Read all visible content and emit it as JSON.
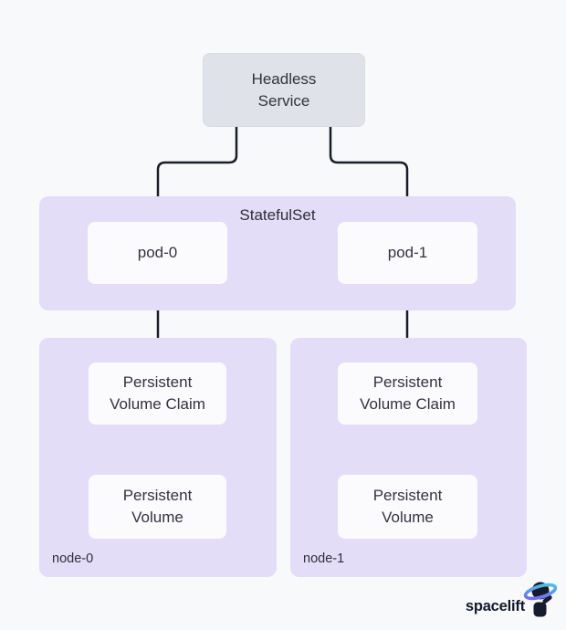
{
  "colors": {
    "background": "#f8f9fb",
    "container_purple": "#e3ddf8",
    "service_gray": "#e0e2e9",
    "card_white": "#fbfbfe",
    "arrow": "#1a1c28",
    "text": "#33333d",
    "logo_text_color": "#14182b",
    "logo_body": "#171b2e",
    "logo_ring_start": "#7b5cf5",
    "logo_ring_end": "#45d0e0"
  },
  "diagram": {
    "headless_service": {
      "line1": "Headless",
      "line2": "Service"
    },
    "statefulset": {
      "label": "StatefulSet",
      "pods": [
        {
          "label": "pod-0"
        },
        {
          "label": "pod-1"
        }
      ]
    },
    "nodes": [
      {
        "label": "node-0",
        "pvc": {
          "line1": "Persistent",
          "line2": "Volume Claim"
        },
        "pv": {
          "line1": "Persistent",
          "line2": "Volume"
        }
      },
      {
        "label": "node-1",
        "pvc": {
          "line1": "Persistent",
          "line2": "Volume Claim"
        },
        "pv": {
          "line1": "Persistent",
          "line2": "Volume"
        }
      }
    ]
  },
  "branding": {
    "logo_text": "spacelift"
  }
}
